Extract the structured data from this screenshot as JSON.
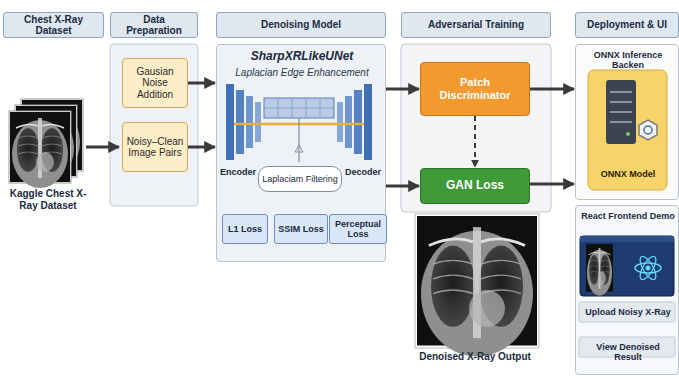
{
  "diagram": {
    "nodes": [
      {
        "text": [
          "Chest X-Ray Dataset"
        ]
      },
      {
        "text": [
          "Data Preparation"
        ]
      },
      {
        "text": [
          "Denoising Model"
        ]
      },
      {
        "text": [
          "Adversarial Training"
        ]
      },
      {
        "text": [
          "Deployment & UI"
        ]
      },
      {
        "text": [
          "Gausian Noise Addition"
        ]
      },
      {
        "text": [
          "Noisy–Clean Image Pairs"
        ]
      },
      {
        "text": [
          "SharpXRLikeUNet",
          "Laplacian Edge Enhancement"
        ]
      },
      {
        "text": [
          "Laplaciam Filtering"
        ],
        "in": 7
      },
      {
        "text": [
          "L1 Loss"
        ],
        "in": 7
      },
      {
        "text": [
          "SSIM Loss"
        ],
        "in": 7
      },
      {
        "text": [
          "Perceptual Loss"
        ],
        "in": 7
      },
      {
        "text": [
          "Patch Discriminator"
        ]
      },
      {
        "text": [
          "GAN Loss"
        ]
      },
      {
        "text": [
          "ONNX Inference Backen",
          "ONNX Model"
        ]
      },
      {
        "text": [
          "React Frontend Demo",
          "Upload Noisy X-Ray",
          "View Denoised Result"
        ]
      }
    ],
    "edges": [
      {
        "from": 5,
        "to": 7,
        "arrow": "to"
      },
      {
        "from": 6,
        "to": 7,
        "arrow": "to"
      },
      {
        "from": 7,
        "to": 12,
        "arrow": "to"
      },
      {
        "from": 12,
        "to": 14,
        "arrow": "to"
      },
      {
        "from": 12,
        "to": 13,
        "arrow": "to"
      },
      {
        "from": 7,
        "to": 13,
        "arrow": "to"
      },
      {
        "from": 13,
        "to": 14,
        "arrow": "to"
      }
    ],
    "labels": [
      "Kaggle Chest X-Ray Dataset",
      "Encoder",
      "Decoder",
      "Denoised X-Ray Output"
    ]
  }
}
